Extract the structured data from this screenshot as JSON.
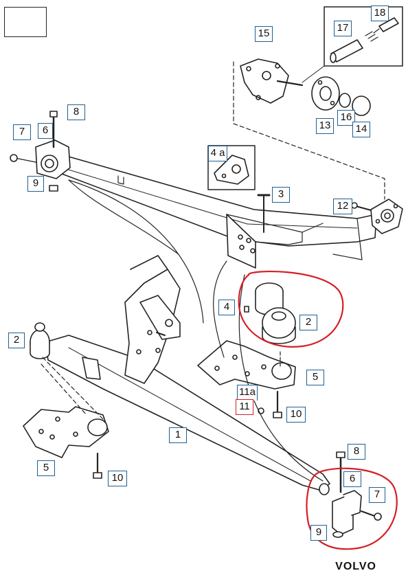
{
  "brand": "VOLVO",
  "colors": {
    "line": "#222222",
    "callout_border": "#1f5f8f",
    "highlight": "#d51e25"
  },
  "callouts": {
    "c18": "18",
    "c17": "17",
    "c15": "15",
    "c13": "13",
    "c16": "16",
    "c14": "14",
    "c8a": "8",
    "c7a": "7",
    "c6a": "6",
    "c9a": "9",
    "c4a": "4 a",
    "c3": "3",
    "c12": "12",
    "c4": "4",
    "c2a": "2",
    "c2b": "2",
    "c5a": "5",
    "c11a": "11a",
    "c11": "11",
    "c10a": "10",
    "c1": "1",
    "c5b": "5",
    "c10b": "10",
    "c8b": "8",
    "c6b": "6",
    "c7b": "7",
    "c9b": "9"
  }
}
